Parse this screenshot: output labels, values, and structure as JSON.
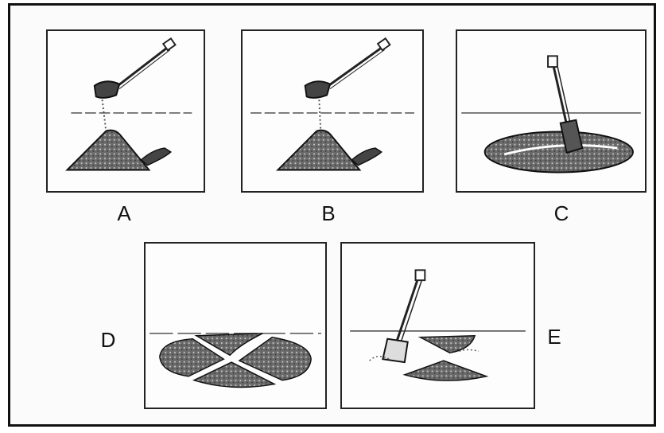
{
  "panels": [
    {
      "id": "A",
      "label": "A"
    },
    {
      "id": "B",
      "label": "B"
    },
    {
      "id": "C",
      "label": "C"
    },
    {
      "id": "D",
      "label": "D"
    },
    {
      "id": "E",
      "label": "E"
    }
  ],
  "colors": {
    "ink": "#222222",
    "heap_fill": "#555555",
    "paper": "#fdfdfd",
    "border": "#111111"
  },
  "icons": {
    "scoop": "scoop-icon",
    "shovel": "shovel-icon",
    "heap": "sample-heap",
    "quarter": "quarter-segment"
  }
}
